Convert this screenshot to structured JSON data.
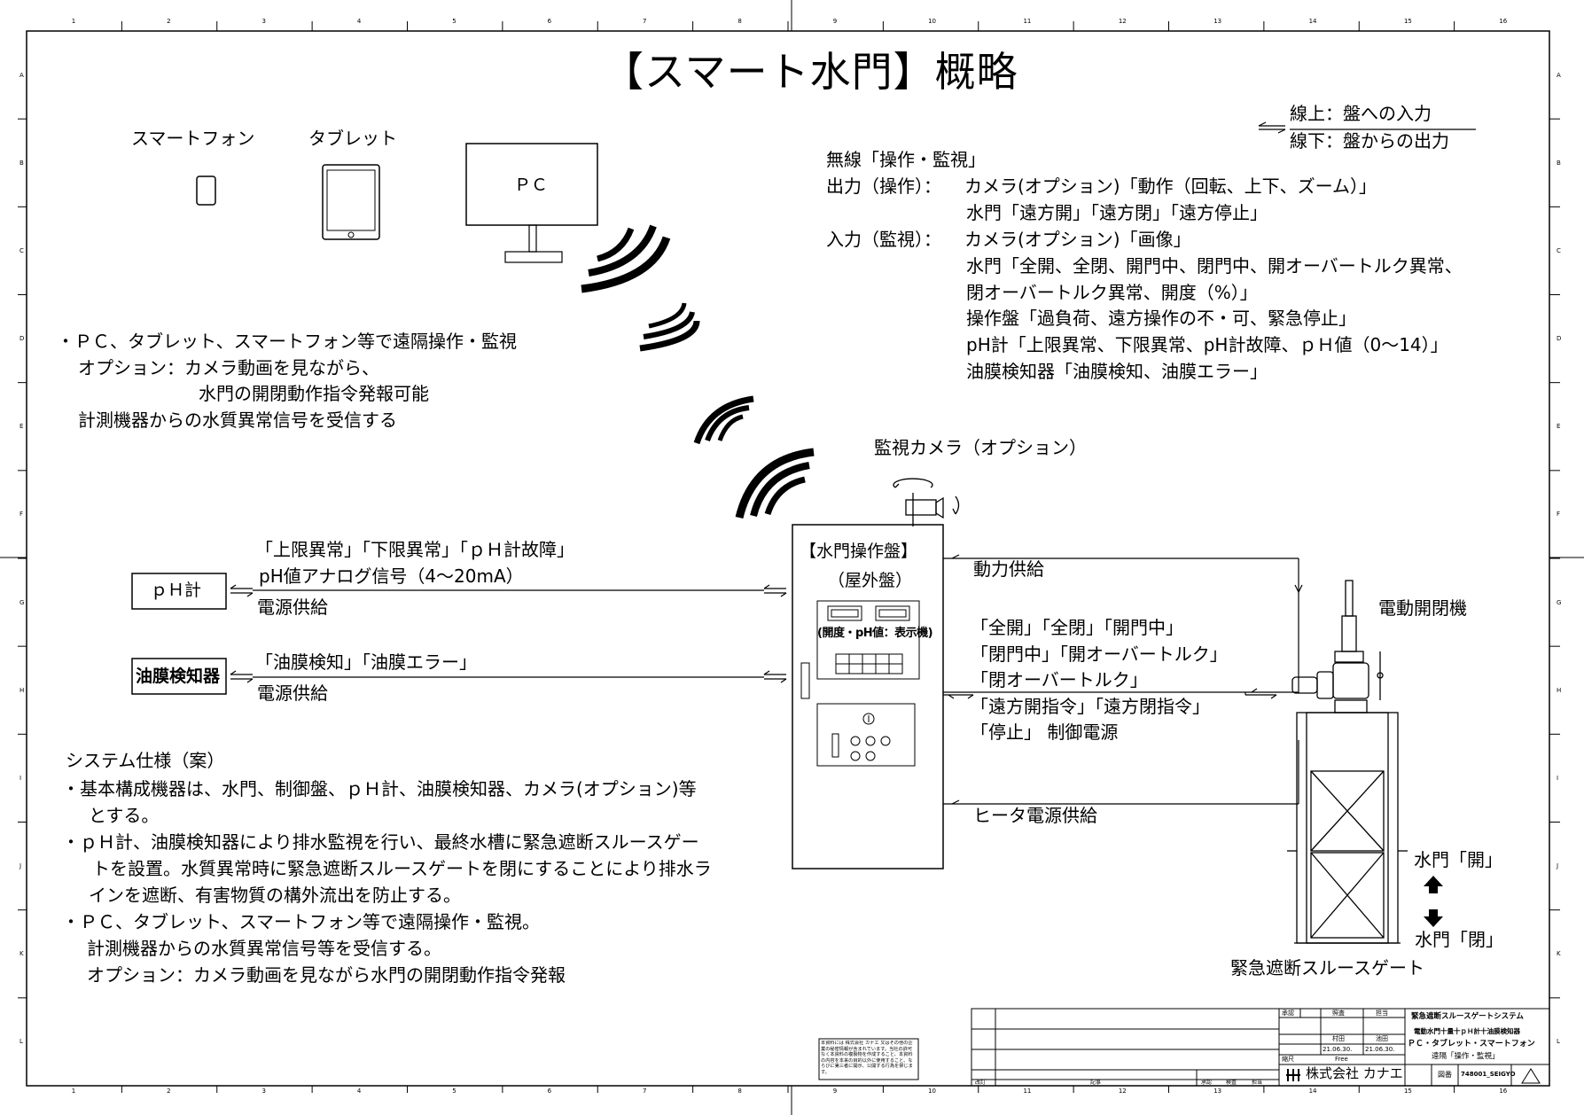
{
  "title": "【スマート水門】概略",
  "legend": {
    "upper": "線上：盤への入力",
    "lower": "線下：盤からの出力"
  },
  "devices": {
    "smartphone": "スマートフォン",
    "tablet": "タブレット",
    "pc": "ＰＣ"
  },
  "wireless": {
    "heading": "無線「操作・監視」",
    "output_label": "出力（操作）：",
    "output_lines": [
      "カメラ(オプション)「動作（回転、上下、ズーム）」",
      "水門「遠方開」「遠方閉」「遠方停止」"
    ],
    "input_label": "入力（監視）：",
    "input_lines": [
      "カメラ(オプション)「画像」",
      "水門「全開、全閉、開門中、閉門中、開オーバートルク異常、",
      "閉オーバートルク異常、開度（%）」",
      "操作盤「過負荷、遠方操作の不・可、緊急停止」",
      "pH計「上限異常、下限異常、pH計故障、ｐＨ値（0～14）」",
      "油膜検知器「油膜検知、油膜エラー」"
    ]
  },
  "remote_notes": [
    "・ＰＣ、タブレット、スマートフォン等で遠隔操作・監視",
    "オプション：カメラ動画を見ながら、",
    "水門の開閉動作指令発報可能",
    "計測機器からの水質異常信号を受信する"
  ],
  "camera_label": "監視カメラ（オプション）",
  "ph_meter": {
    "label": "ｐＨ計",
    "signals_above": [
      "「上限異常」「下限異常」「ｐＨ計故障」",
      "pH値アナログ信号（4～20mA）"
    ],
    "signal_below": "電源供給"
  },
  "oil_detector": {
    "label": "油膜検知器",
    "signal_above": "「油膜検知」「油膜エラー」",
    "signal_below": "電源供給"
  },
  "panel": {
    "title": "【水門操作盤】",
    "subtitle": "（屋外盤）",
    "display_label": "(開度・pH値：表示機)"
  },
  "gate_signals": {
    "power": "動力供給",
    "status_lines": [
      "「全開」「全閉」「開門中」",
      "「閉門中」「開オーバートルク」",
      "「閉オーバートルク」"
    ],
    "command_lines": [
      "「遠方開指令」「遠方閉指令」",
      "「停止」 制御電源"
    ],
    "heater": "ヒータ電源供給"
  },
  "actuator_label": "電動開閉機",
  "gate_open": "水門「開」",
  "gate_close": "水門「閉」",
  "gate_label": "緊急遮断スルースゲート",
  "spec": {
    "heading": "システム仕様（案）",
    "lines": [
      "・基本構成機器は、水門、制御盤、ｐＨ計、油膜検知器、カメラ(オプション)等",
      "とする。",
      "・ｐＨ計、油膜検知器により排水監視を行い、最終水槽に緊急遮断スルースゲー",
      "トを設置。水質異常時に緊急遮断スルースゲートを閉にすることにより排水ラ",
      "インを遮断、有害物質の構外流出を防止する。",
      "・ＰＣ、タブレット、スマートフォン等で遠隔操作・監視。",
      "計測機器からの水質異常信号等を受信する。",
      "オプション：カメラ動画を見ながら水門の開閉動作指令発報"
    ]
  },
  "title_block": {
    "system": "緊急遮断スルースゲートシステム",
    "line2": "電動水門十量十ｐＨ計十油膜検知器",
    "line3": "ＰＣ・タブレット・スマートフォン",
    "line4": "遠隔「操作・監視」",
    "company": "株式会社 カナエ",
    "drawing_no_label": "図番",
    "drawing_no": "748001_SEIGYO",
    "roles": [
      "承認",
      "照査",
      "担当"
    ],
    "names": [
      "村田",
      "池田"
    ],
    "dates": [
      "21.06.30.",
      "21.06.30."
    ],
    "scale_label": "縮尺",
    "scale": "Free",
    "rev": [
      "改訂",
      "記事",
      "承認",
      "検査",
      "担当"
    ]
  },
  "notice": "本資料には 株式会社 カナエ 又はその他の企業の秘密情報が含まれています。当社の許可なく本資料の複製物を作成すること、本資料の内容を本来の目的以外に使用すること、ならびに第三者に開示、公開する行為を禁じます。",
  "ruler_cols": [
    "1",
    "2",
    "3",
    "4",
    "5",
    "6",
    "7",
    "8",
    "9",
    "10",
    "11",
    "12",
    "13",
    "14",
    "15",
    "16"
  ],
  "ruler_rows": [
    "A",
    "B",
    "C",
    "D",
    "E",
    "F",
    "G",
    "H",
    "I",
    "J",
    "K",
    "L"
  ]
}
